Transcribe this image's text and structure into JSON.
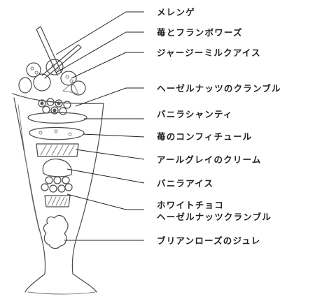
{
  "labels": [
    {
      "text": "メレンゲ"
    },
    {
      "text": "苺とフランボワーズ"
    },
    {
      "text": "ジャージーミルクアイス"
    },
    {
      "text": "ヘーゼルナッツのクランブル"
    },
    {
      "text": "バニラシャンティ"
    },
    {
      "text": "苺のコンフィチュール"
    },
    {
      "text": "アールグレイのクリーム"
    },
    {
      "text": "バニラアイス"
    },
    {
      "text": "ホワイトチョコ",
      "text2": "ヘーゼルナッツクランブル"
    },
    {
      "text": "ブリアンローズのジュレ"
    }
  ]
}
